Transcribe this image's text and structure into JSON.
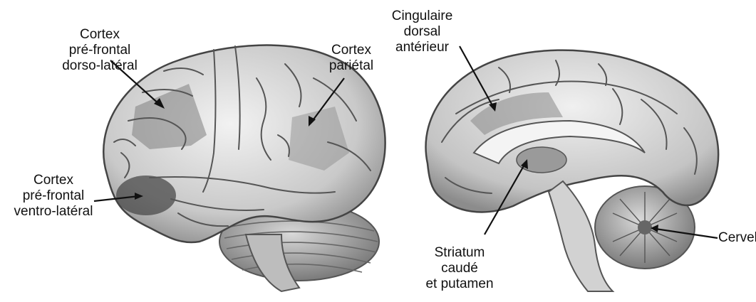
{
  "labels": {
    "dlpfc": [
      "Cortex",
      "pré-frontal",
      "dorso-latéral"
    ],
    "parietal": [
      "Cortex",
      "pariétal"
    ],
    "vlpfc": [
      "Cortex",
      "pré-frontal",
      "ventro-latéral"
    ],
    "acc": [
      "Cingulaire",
      "dorsal",
      "antérieur"
    ],
    "striatum": [
      "Striatum",
      "caudé",
      "et putamen"
    ],
    "cerebellum": [
      "Cervelet"
    ]
  },
  "colors": {
    "brain_fill": "#d6d6d6",
    "brain_shadow": "#a9a9a9",
    "highlight": "#8a8a8a",
    "highlight_dark": "#5a5a5a",
    "line": "#111111"
  }
}
